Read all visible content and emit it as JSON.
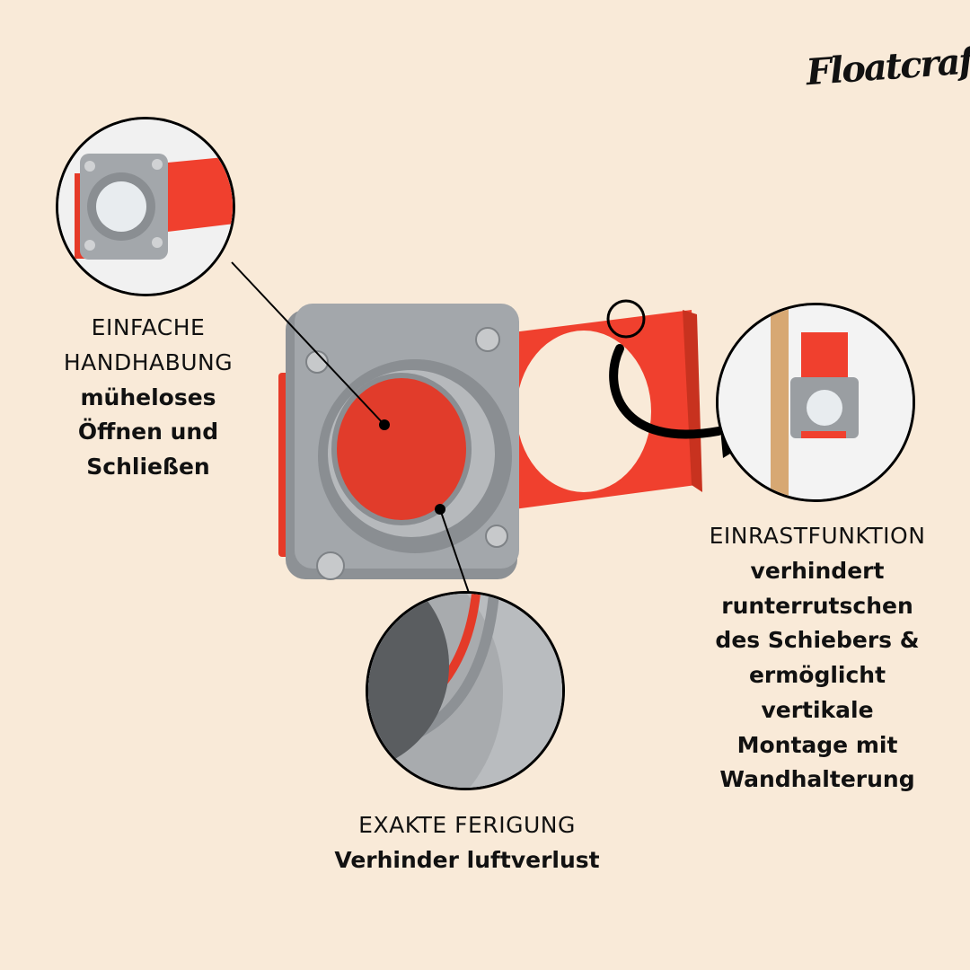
{
  "brand": {
    "logo_text": "Floatcraft"
  },
  "features": [
    {
      "title": "EINFACHE",
      "title2": "HANDHABUNG",
      "lines": [
        "müheloses",
        "Öffnen und",
        "Schließen"
      ]
    },
    {
      "title": "EXAKTE FERIGUNG",
      "lines": [
        "Verhinder luftverlust"
      ]
    },
    {
      "title": "EINRASTFUNKTION",
      "lines": [
        "verhindert",
        "runterrutschen",
        "des Schiebers &",
        "ermöglicht",
        "vertikale",
        "Montage mit",
        "Wandhalterung"
      ]
    }
  ],
  "colors": {
    "background": "#f9ead8",
    "gray_part": "#9a9ea2",
    "red_part": "#f0402e",
    "wood": "#d7a873"
  }
}
